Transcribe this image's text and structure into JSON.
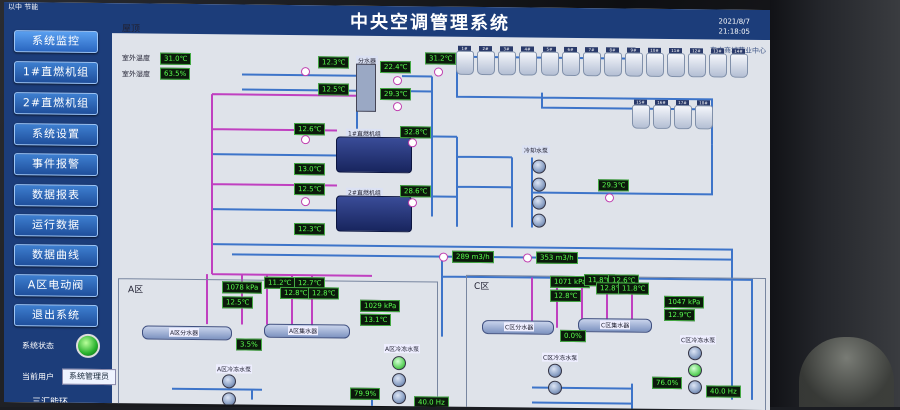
{
  "app": {
    "title": "中央空调管理系统",
    "date": "2021/8/7",
    "time": "21:18:05",
    "org": "东方商城营业中心",
    "top_left": "以中 节能"
  },
  "nav": {
    "items": [
      {
        "label": "系统监控"
      },
      {
        "label": "1#直燃机组"
      },
      {
        "label": "2#直燃机组"
      },
      {
        "label": "系统设置"
      },
      {
        "label": "事件报警"
      },
      {
        "label": "数据报表"
      },
      {
        "label": "运行数据"
      },
      {
        "label": "数据曲线"
      },
      {
        "label": "A区电动阀"
      },
      {
        "label": "退出系统"
      }
    ],
    "status_label": "系统状态",
    "user_label": "当前用户",
    "user_value": "系统管理员",
    "logo": "三汇能环"
  },
  "roof": {
    "label": "屋顶",
    "outdoor_temp_label": "室外温度",
    "outdoor_temp": "31.0℃",
    "outdoor_hum_label": "室外湿度",
    "outdoor_hum": "63.5%"
  },
  "values": {
    "v1": "12.3℃",
    "v2": "12.5℃",
    "v3": "22.4℃",
    "v4": "29.3℃",
    "v5": "31.2℃",
    "v6": "12.6℃",
    "v7": "32.8℃",
    "v8": "13.0℃",
    "v9": "12.5℃",
    "v10": "28.6℃",
    "v11": "12.3℃",
    "v12": "29.3℃",
    "v13": "289 m3/h",
    "v14": "353 m3/h"
  },
  "labels": {
    "distributor": "分水器",
    "chiller1": "1#直燃机组",
    "chiller2": "2#直燃机组",
    "cooling_pump": "冷却水泵",
    "zone_a": "A区",
    "zone_c": "C区"
  },
  "zone_a": {
    "p1": "1078 kPa",
    "p2": "12.5℃",
    "p3": "11.2℃",
    "p4": "12.7℃",
    "p5": "12.8℃",
    "p6": "12.8℃",
    "p7": "1029 kPa",
    "p8": "13.1℃",
    "p9": "3.5%",
    "p10": "79.9%",
    "p11": "40.0 Hz",
    "dist": "A区分水器",
    "coll": "A区集水器",
    "pump1": "A区冷冻水泵",
    "pump2": "A区冷冻水泵"
  },
  "zone_c": {
    "p1": "1071 kPa",
    "p2": "12.8℃",
    "p3": "11.8℃",
    "p4": "12.6℃",
    "p5": "12.8℃",
    "p6": "11.8℃",
    "p7": "1047 kPa",
    "p8": "12.9℃",
    "p9": "0.0%",
    "p10": "76.0%",
    "p11": "40.0 Hz",
    "dist": "C区分水器",
    "coll": "C区集水器",
    "pump1": "C区冷冻水泵",
    "pump2": "C区冷冻水泵"
  },
  "towers": [
    "1#",
    "2#",
    "3#",
    "4#",
    "5#",
    "6#",
    "7#",
    "8#",
    "9#",
    "10#",
    "11#",
    "12#",
    "13#",
    "14#"
  ],
  "towers_b": [
    "15#",
    "16#",
    "17#",
    "18#"
  ]
}
